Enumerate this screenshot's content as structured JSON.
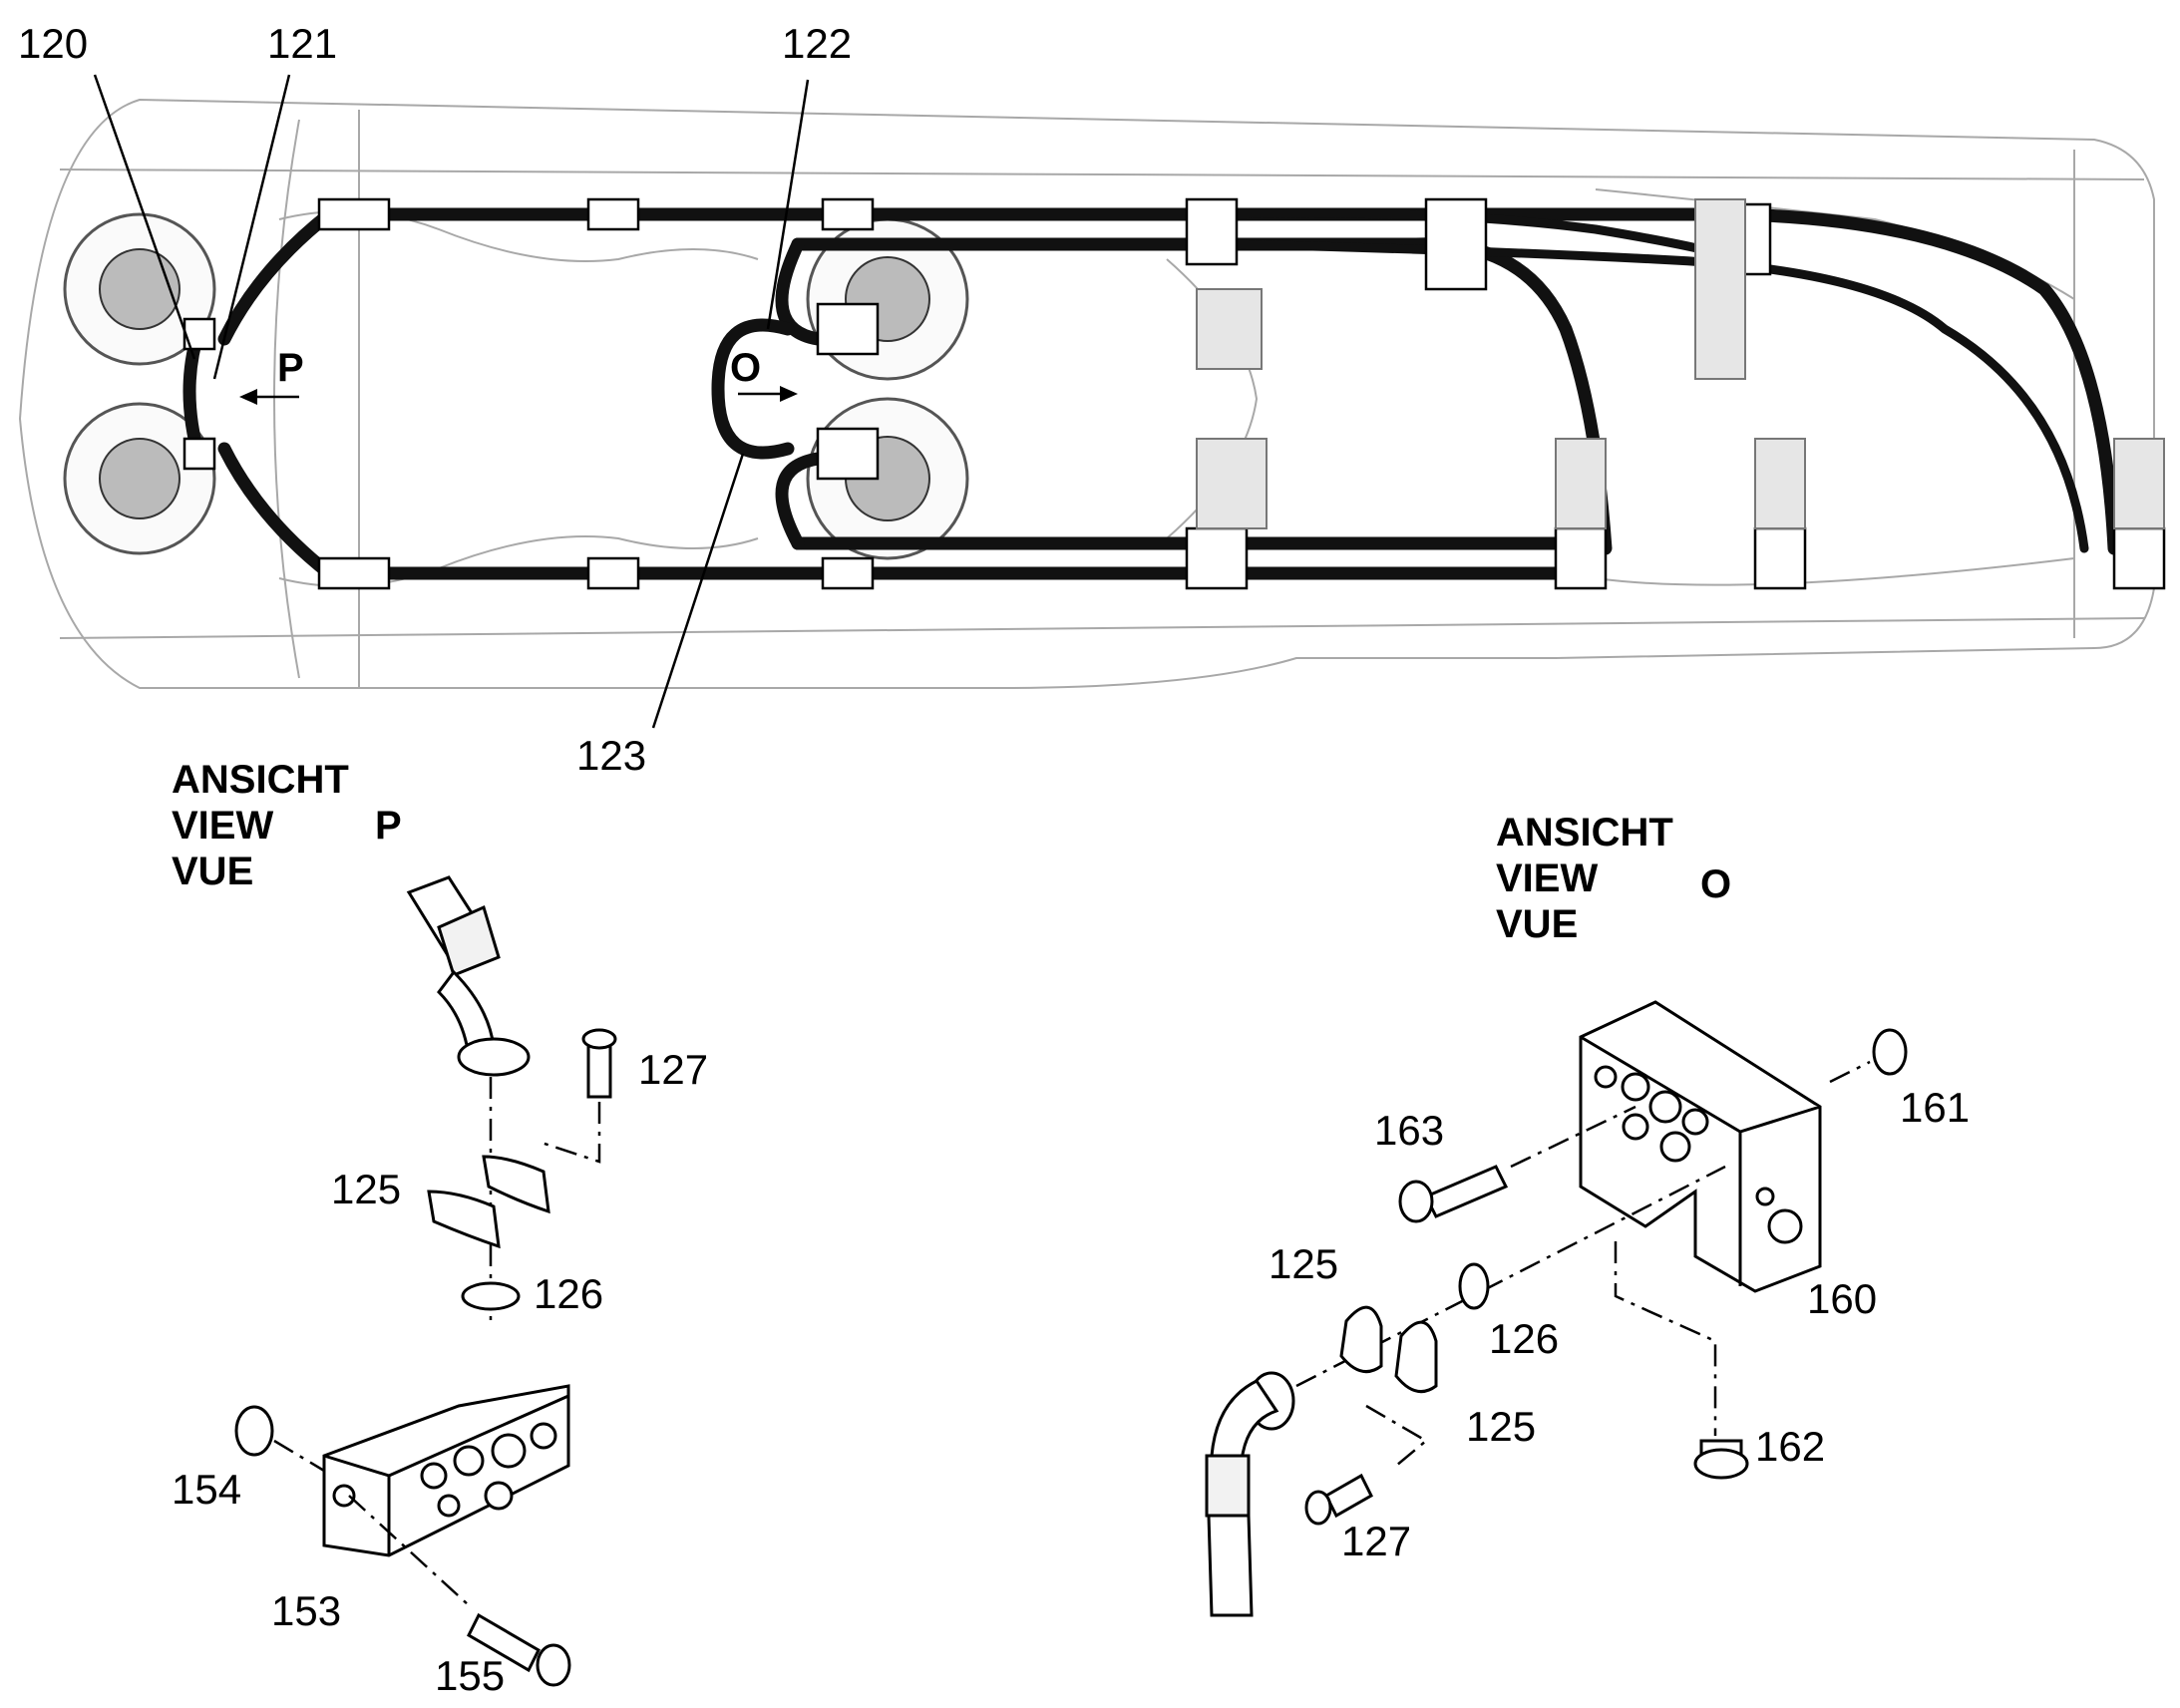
{
  "callouts": {
    "c120": "120",
    "c121": "121",
    "c122": "122",
    "c123": "123",
    "c125a": "125",
    "c126a": "126",
    "c127a": "127",
    "c153": "153",
    "c154": "154",
    "c155": "155",
    "c125b": "125",
    "c125c": "125",
    "c126b": "126",
    "c127b": "127",
    "c160": "160",
    "c161": "161",
    "c162": "162",
    "c163": "163"
  },
  "main_view": {
    "arrow_p_label": "P",
    "arrow_o_label": "O"
  },
  "view_p": {
    "line1": "ANSICHT",
    "line2": "VIEW",
    "line3": "VUE",
    "letter": "P"
  },
  "view_o": {
    "line1": "ANSICHT",
    "line2": "VIEW",
    "line3": "VUE",
    "letter": "O"
  },
  "colors": {
    "hose": "#111111",
    "outline": "#a8a8a8",
    "part_stroke": "#000000"
  }
}
